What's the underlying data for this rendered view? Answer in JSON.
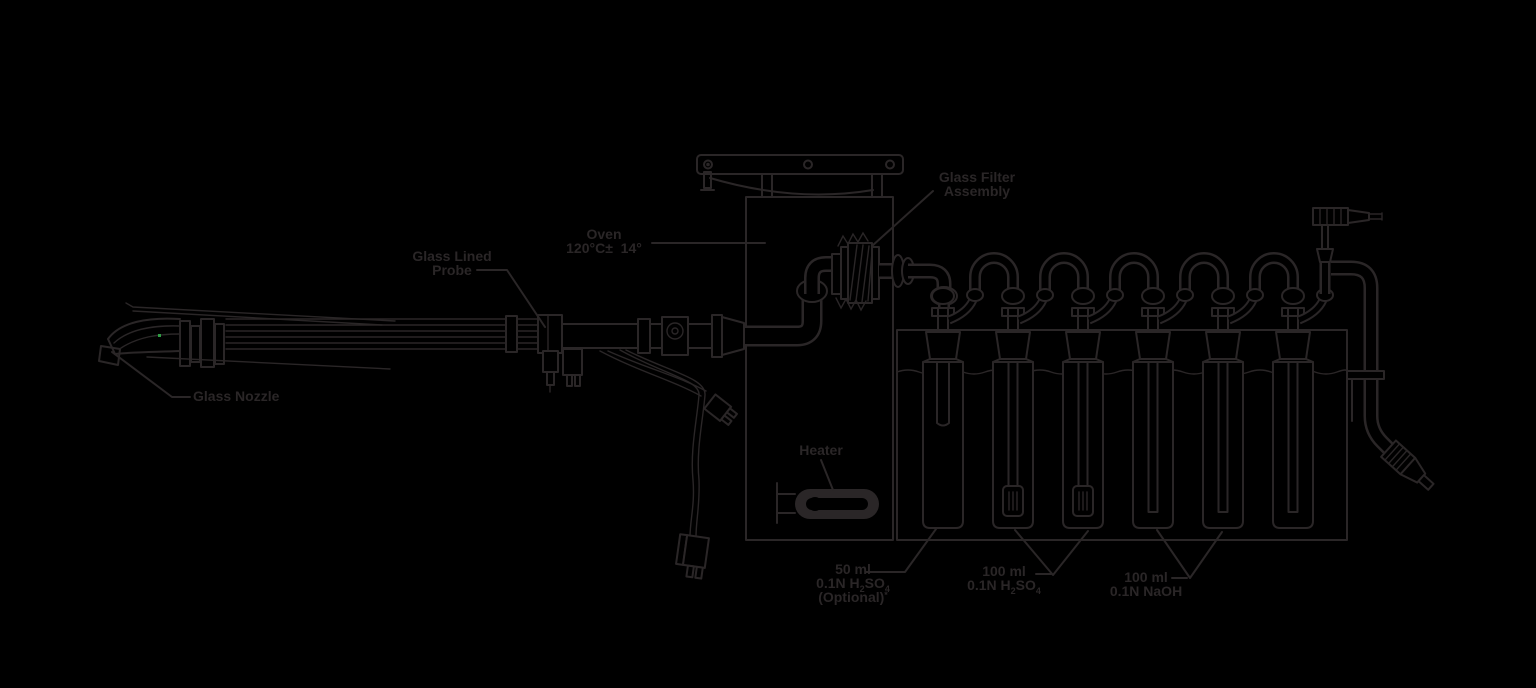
{
  "figure": {
    "background_color": "#000000",
    "ink_color": "#2a2627",
    "artifact_dot_color": "#2f9e44"
  },
  "labels": {
    "glass_nozzle": {
      "line1": "Glass Nozzle"
    },
    "glass_lined_probe": {
      "line1": "Glass Lined",
      "line2": "Probe"
    },
    "oven": {
      "line1": "Oven",
      "line2": "120°C±  14°"
    },
    "glass_filter_assembly": {
      "line1": "Glass Filter",
      "line2": "Assembly"
    },
    "heater": {
      "line1": "Heater"
    },
    "impinger_1": {
      "line1": "50 ml",
      "chem_pre": "0.1N H",
      "chem_sub1": "2",
      "chem_mid": "SO",
      "chem_sub2": "4",
      "line3": "(Optional)",
      "line3_sup": "*"
    },
    "impingers_2_3": {
      "line1": "100 ml",
      "chem_pre": "0.1N H",
      "chem_sub1": "2",
      "chem_mid": "SO",
      "chem_sub2": "4"
    },
    "impingers_4_5": {
      "line1": "100 ml",
      "line2": "0.1N NaOH"
    }
  }
}
